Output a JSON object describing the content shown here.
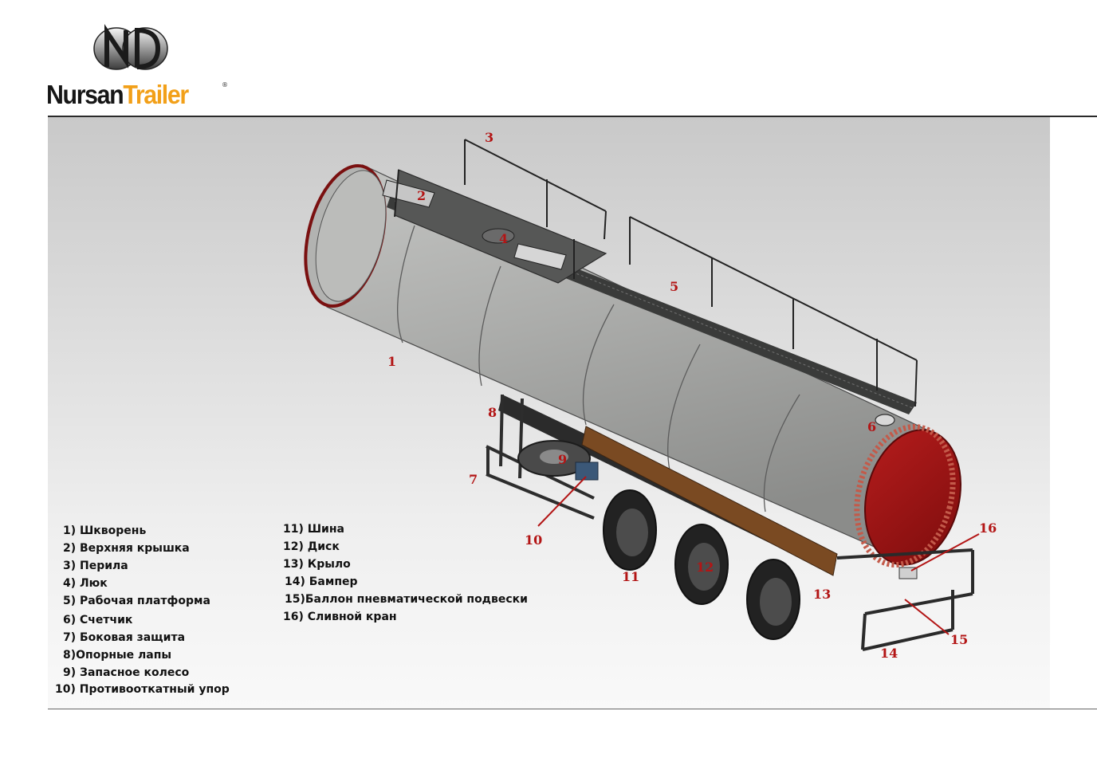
{
  "brand": {
    "name_part1": "Nursan",
    "name_part2": "Trailer",
    "reg": "®"
  },
  "colors": {
    "callout": "#b31515",
    "brand_orange": "#f2a019",
    "tank_gray": "#a9aaa8",
    "tank_end_red": "#9e1414"
  },
  "callouts": [
    "1",
    "2",
    "3",
    "4",
    "5",
    "6",
    "7",
    "8",
    "9",
    "10",
    "11",
    "12",
    "13",
    "14",
    "15",
    "16"
  ],
  "legend_left": [
    "1) Шкворень",
    "2) Верхняя  крышка",
    "3) Перила",
    "4) Люк",
    "5) Рабочая платформа",
    "6) Счетчик",
    "7) Боковая защита",
    "8)Опорные лапы",
    "9) Запасное колесо",
    "10) Противооткатный упор"
  ],
  "legend_right": [
    "11) Шина",
    "12) Диск",
    "13) Крыло",
    "14) Бампер",
    "15)Баллон пневматической подвески",
    "16) Сливной кран"
  ]
}
